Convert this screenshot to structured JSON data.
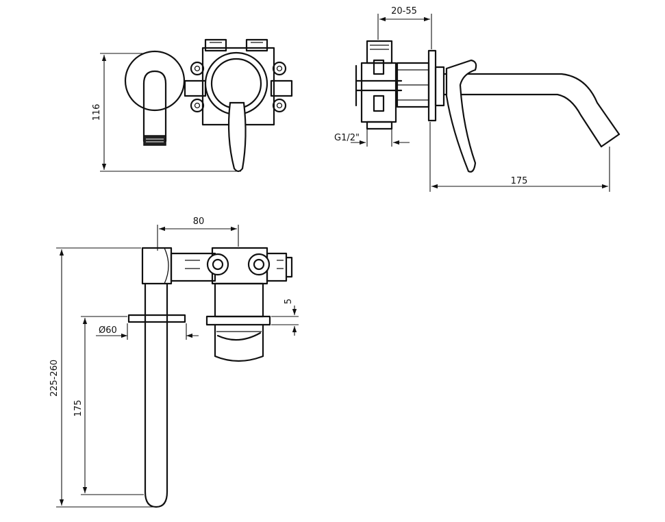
{
  "dimensions": {
    "front_height": "116",
    "side_wall_depth": "20-55",
    "side_thread": "G1/2\"",
    "side_spout_length": "175",
    "top_body_width": "80",
    "top_offset": "5",
    "top_flange_diameter": "Ø60",
    "top_spout_length": "175",
    "top_total_length": "225-260"
  }
}
